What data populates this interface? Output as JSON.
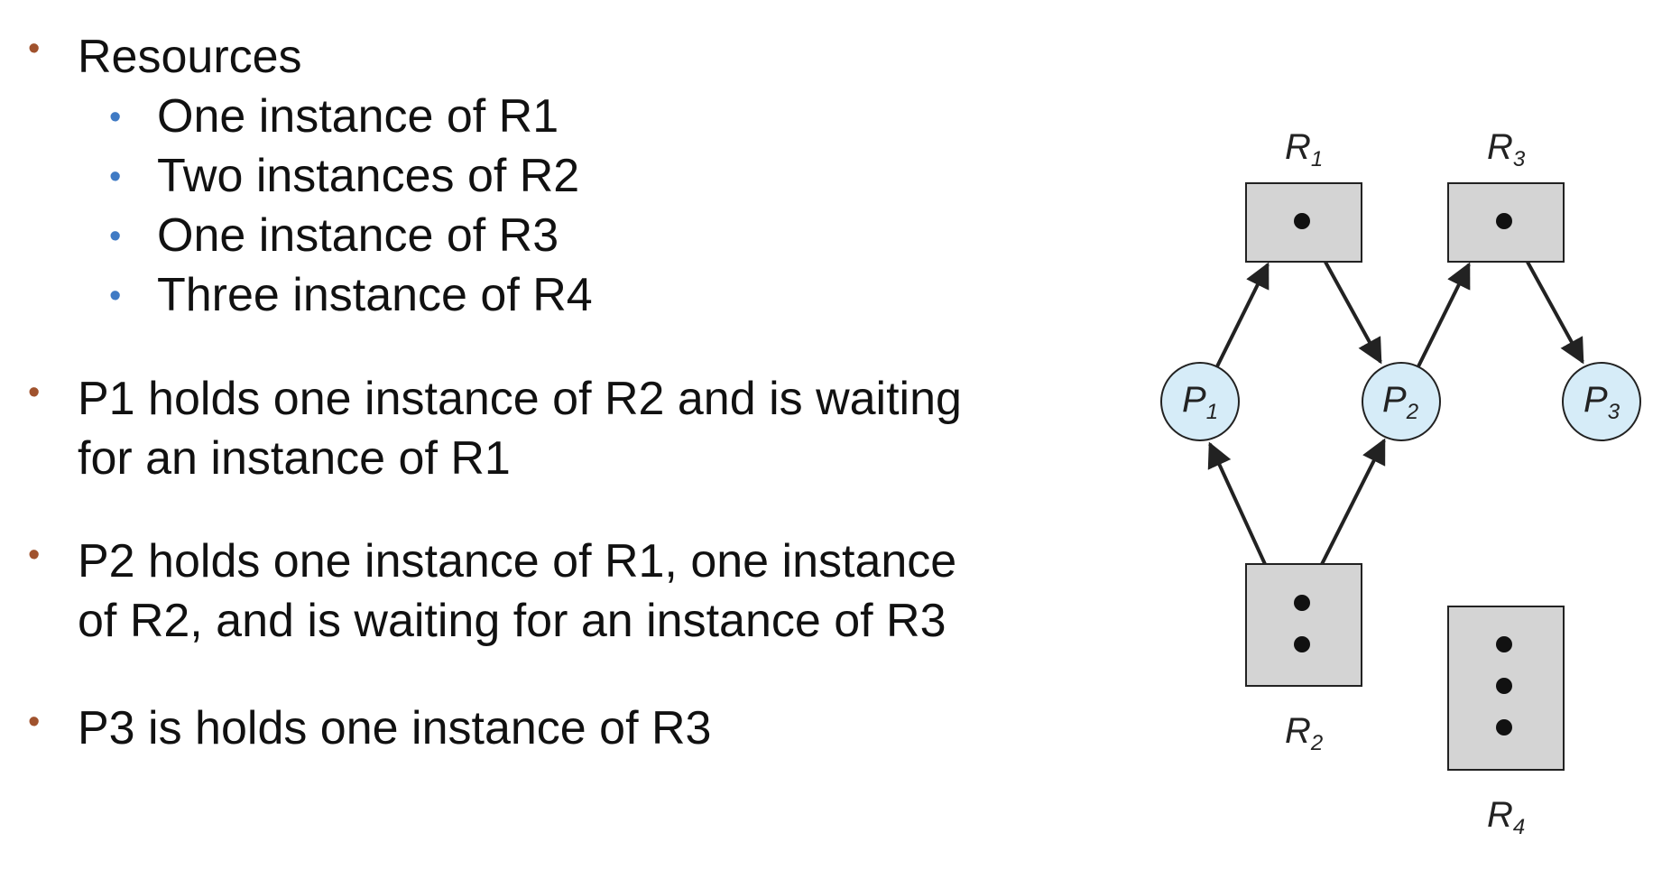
{
  "bullets": {
    "resources_title": "Resources",
    "resources_items": [
      "One instance of R1",
      "Two instances of R2",
      "One instance of R3",
      "Three instance of R4"
    ],
    "p1_line1": "P1 holds one instance of R2 and is waiting",
    "p1_line2": "for an instance of R1",
    "p2_line1": "P2 holds one instance of R1, one instance",
    "p2_line2": "of R2, and is waiting for an instance of R3",
    "p3_line1": "P3 is holds one instance of R3"
  },
  "graph": {
    "resources": [
      {
        "label": "R",
        "sub": "1"
      },
      {
        "label": "R",
        "sub": "2"
      },
      {
        "label": "R",
        "sub": "3"
      },
      {
        "label": "R",
        "sub": "4"
      }
    ],
    "processes": [
      {
        "label": "P",
        "sub": "1"
      },
      {
        "label": "P",
        "sub": "2"
      },
      {
        "label": "P",
        "sub": "3"
      }
    ],
    "colors": {
      "resource_fill": "#d4d4d4",
      "process_fill": "#d6ecf8",
      "stroke": "#222222"
    }
  }
}
